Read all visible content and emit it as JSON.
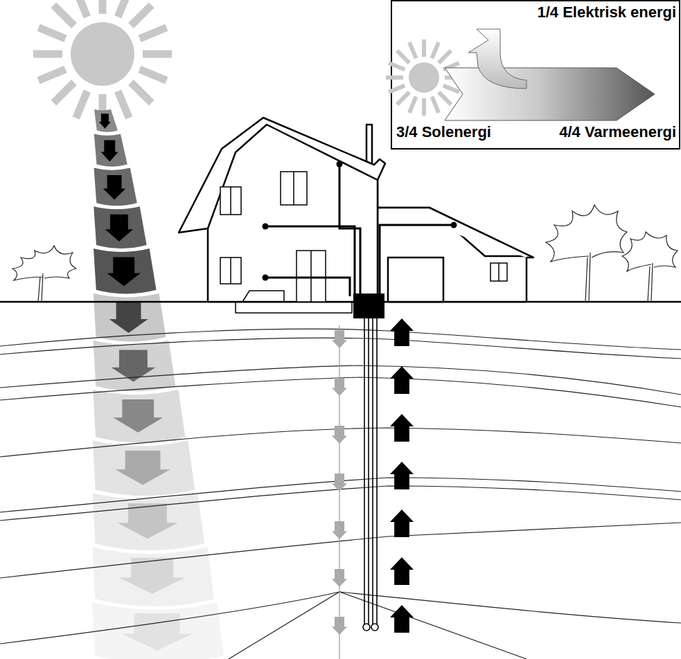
{
  "diagram": {
    "nodes": [
      {
        "text": [
          "1/4 Elektrisk energi",
          "3/4 Solenergi",
          "4/4 Varmeenergi"
        ]
      }
    ]
  }
}
